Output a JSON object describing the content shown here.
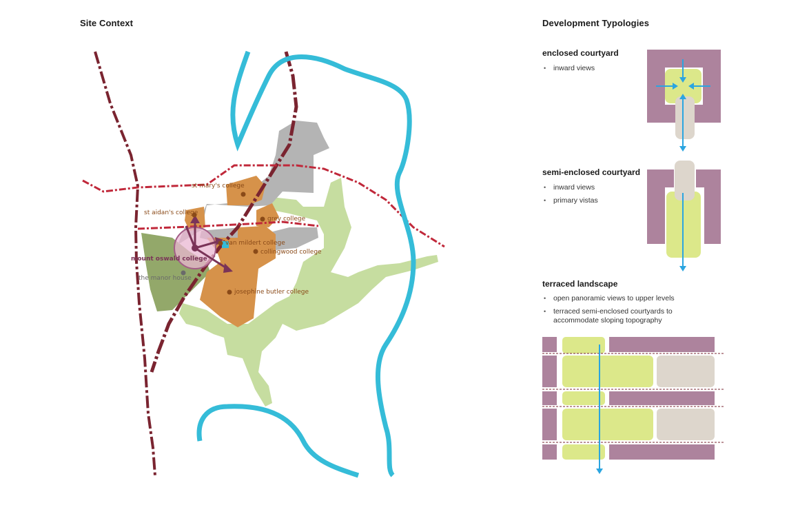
{
  "site_context": {
    "title": "Site Context",
    "labels": {
      "st_marys": "st mary's college",
      "st_aidans": "st aidan's college",
      "grey": "grey college",
      "van_mildert": "van mildert college",
      "collingwood": "collingwood college",
      "mount_oswald": "mount oswald college",
      "manor_house": "the manor house",
      "josephine_butler": "josephine butler college"
    }
  },
  "typologies": {
    "title": "Development Typologies",
    "enclosed": {
      "title": "enclosed courtyard",
      "bullets": [
        "inward views"
      ]
    },
    "semi_enclosed": {
      "title": "semi-enclosed courtyard",
      "bullets": [
        "inward views",
        "primary vistas"
      ]
    },
    "terraced": {
      "title": "terraced landscape",
      "bullets": [
        "open panoramic views to upper levels",
        "terraced semi-enclosed courtyards to accommodate sloping topography"
      ]
    }
  },
  "colors": {
    "river": "#35bcd8",
    "road": "#7a2430",
    "rail": "#c0283a",
    "urban": "#b3b3b3",
    "college": "#d6924a",
    "green": "#c4dc9e",
    "green_dark": "#93a86a",
    "building": "#ad839d",
    "courtyard": "#dce88a",
    "terrace_beige": "#ddd6cc"
  }
}
